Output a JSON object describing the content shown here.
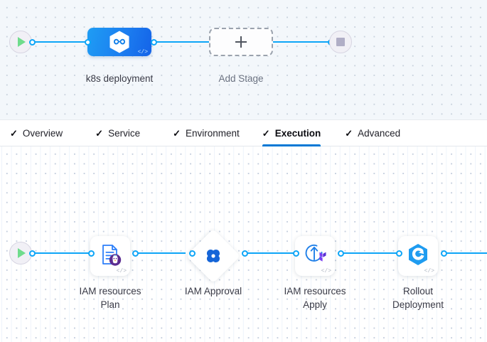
{
  "top_pipeline": {
    "start_node": {
      "icon": "play-icon",
      "name": "pipeline-start"
    },
    "end_node": {
      "icon": "stop-icon",
      "name": "pipeline-end"
    },
    "stages": [
      {
        "label": "k8s deployment",
        "icon": "harness-infinity-icon",
        "code_tag": "</>",
        "type": "stage"
      },
      {
        "label": "Add Stage",
        "icon": "plus-icon",
        "type": "add"
      }
    ]
  },
  "tabs": [
    {
      "label": "Overview",
      "check": "✓",
      "active": false
    },
    {
      "label": "Service",
      "check": "✓",
      "active": false
    },
    {
      "label": "Environment",
      "check": "✓",
      "active": false
    },
    {
      "label": "Execution",
      "check": "✓",
      "active": true
    },
    {
      "label": "Advanced",
      "check": "✓",
      "active": false
    }
  ],
  "execution_pipeline": {
    "start_node": {
      "icon": "play-icon",
      "name": "execution-start"
    },
    "steps": [
      {
        "label_line1": "IAM resources",
        "label_line2": "Plan",
        "icon": "terraform-plan-icon",
        "code_tag": "</>",
        "shape": "rounded"
      },
      {
        "label_line1": "IAM Approval",
        "label_line2": "",
        "icon": "approval-clover-icon",
        "code_tag": "",
        "shape": "diamond"
      },
      {
        "label_line1": "IAM resources",
        "label_line2": "Apply",
        "icon": "terraform-apply-icon",
        "code_tag": "</>",
        "shape": "rounded"
      },
      {
        "label_line1": "Rollout",
        "label_line2": "Deployment",
        "icon": "argo-rollouts-icon",
        "code_tag": "</>",
        "shape": "rounded"
      }
    ]
  },
  "colors": {
    "connector": "#0da5f7",
    "accent": "#0278d5",
    "stage_gradient_from": "#1e9df4",
    "stage_gradient_to": "#1463e8",
    "play": "#6fdc8c",
    "stop": "#b0aec6",
    "label": "#393a46",
    "terraform_purple": "#6b3fd4"
  }
}
